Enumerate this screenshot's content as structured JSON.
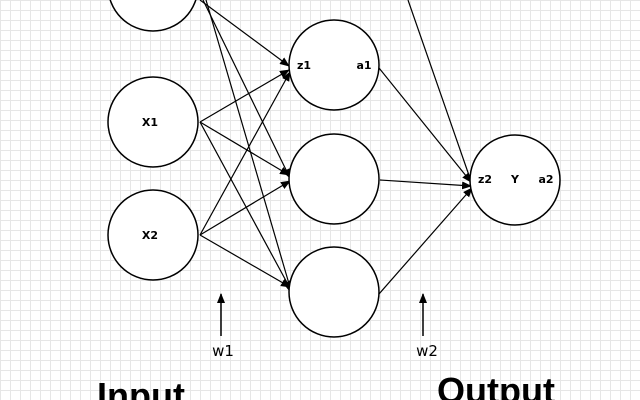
{
  "diagram": {
    "nodes": {
      "input_1": "X1",
      "input_2": "X2",
      "hidden_1": {
        "left": "z1",
        "right": "a1"
      },
      "output": {
        "left": "z2",
        "middle": "Y",
        "right": "a2"
      }
    },
    "weights": {
      "first": "w1",
      "second": "w2"
    },
    "titles": {
      "input": "Input",
      "output": "Output"
    },
    "colors": {
      "stroke": "#000000",
      "grid": "#e6e6e6",
      "background": "#ffffff"
    }
  }
}
